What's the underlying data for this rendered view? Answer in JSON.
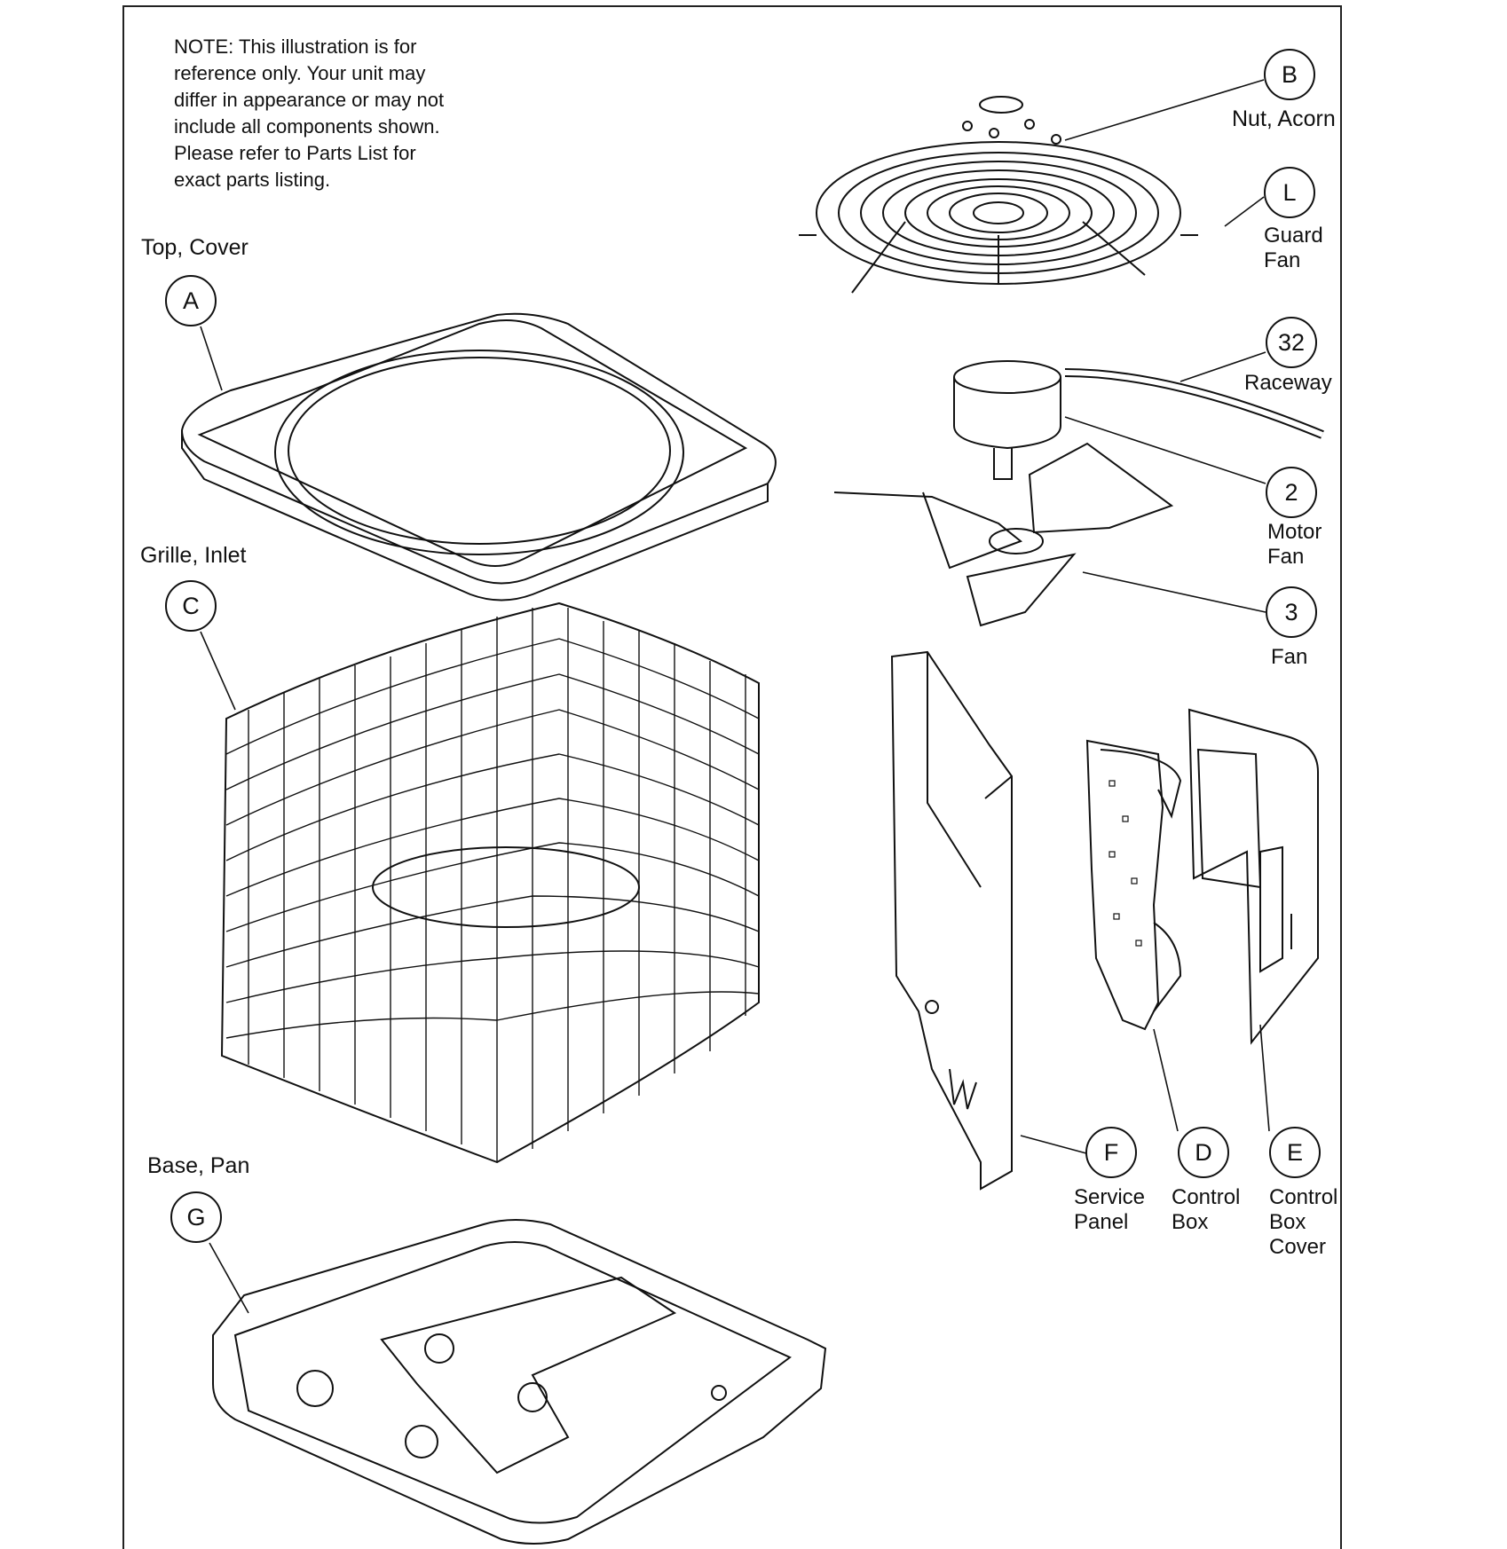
{
  "note": "NOTE: This illustration is for\n reference only.  Your unit may\ndiffer in appearance or may not\ninclude all components shown.\nPlease refer to Parts List for\nexact parts listing.",
  "parts": {
    "top_cover": {
      "label": "Top, Cover",
      "callout": "A"
    },
    "grille_inlet": {
      "label": "Grille, Inlet",
      "callout": "C"
    },
    "base_pan": {
      "label": "Base, Pan",
      "callout": "G"
    },
    "nut_acorn": {
      "label": "Nut, Acorn",
      "callout": "B"
    },
    "guard_fan": {
      "label": "Guard\nFan",
      "callout": "L"
    },
    "raceway": {
      "label": "Raceway",
      "callout": "32"
    },
    "motor_fan": {
      "label": "Motor\nFan",
      "callout": "2"
    },
    "fan": {
      "label": "Fan",
      "callout": "3"
    },
    "service_panel": {
      "label": "Service\nPanel",
      "callout": "F"
    },
    "control_box": {
      "label": "Control\nBox",
      "callout": "D"
    },
    "control_box_cover": {
      "label": "Control\nBox\nCover",
      "callout": "E"
    }
  }
}
